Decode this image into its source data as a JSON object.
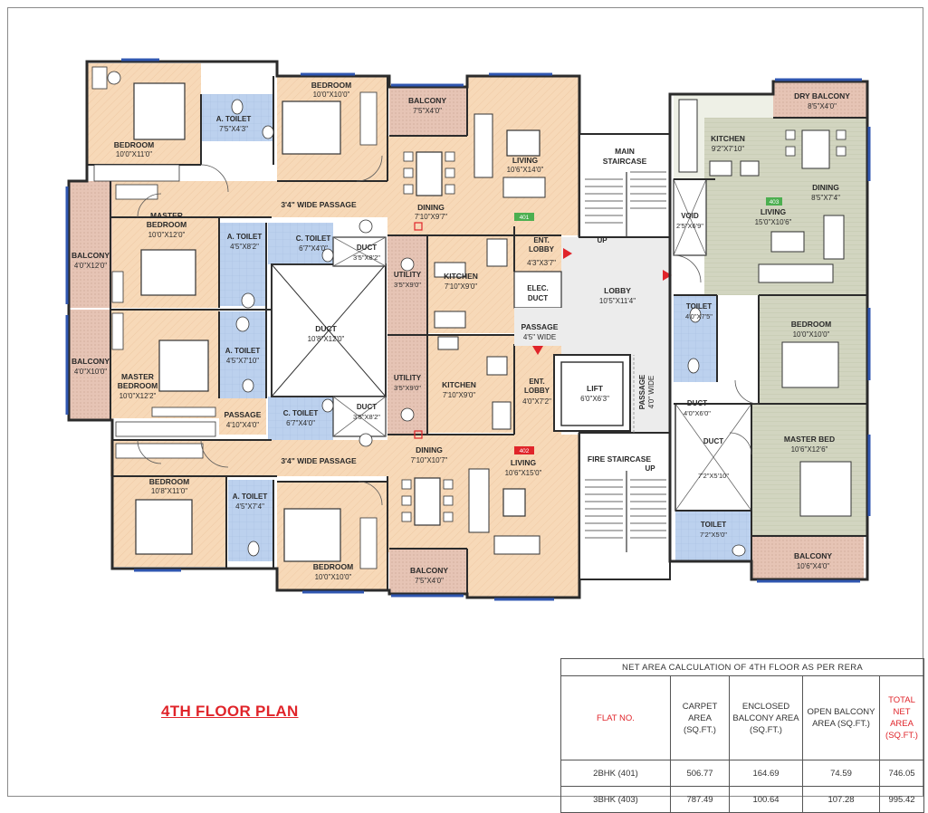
{
  "plan_title": "4TH FLOOR PLAN",
  "rooms": {
    "bedroom_tl": {
      "name": "BEDROOM",
      "size": "10'0\"X11'0\""
    },
    "atoilet_tl": {
      "name": "A. TOILET",
      "size": "7'5\"X4'3\""
    },
    "bedroom_tm": {
      "name": "BEDROOM",
      "size": "10'0\"X10'0\""
    },
    "balcony_top": {
      "name": "BALCONY",
      "size": "7'5\"X4'0\""
    },
    "dining_top": {
      "name": "DINING",
      "size": "7'10\"X9'7\""
    },
    "living_top": {
      "name": "LIVING",
      "size": "10'6\"X14'0\""
    },
    "passage_top": {
      "name": "3'4\" WIDE PASSAGE"
    },
    "master_bedroom_top": {
      "name1": "MASTER",
      "name2": "BEDROOM",
      "size": "10'0\"X12'0\""
    },
    "atoilet_2": {
      "name": "A. TOILET",
      "size": "4'5\"X8'2\""
    },
    "ctoilet_top": {
      "name": "C. TOILET",
      "size": "6'7\"X4'0\""
    },
    "duct_small_top": {
      "name": "DUCT",
      "size": "3'5\"X8'2\""
    },
    "ent_lobby_top": {
      "name1": "ENT.",
      "name2": "LOBBY",
      "size": "4'3\"X3'7\""
    },
    "balcony_left_top": {
      "name": "BALCONY",
      "size": "4'0\"X12'0\""
    },
    "utility_top": {
      "name": "UTILITY",
      "size": "3'5\"X9'0\""
    },
    "kitchen_top": {
      "name": "KITCHEN",
      "size": "7'10\"X9'0\""
    },
    "elec_duct": {
      "name1": "ELEC.",
      "name2": "DUCT"
    },
    "duct_big": {
      "name": "DUCT",
      "size": "10'8\"X12'0\""
    },
    "lobby": {
      "name": "LOBBY",
      "size": "10'5\"X11'4\""
    },
    "passage_mid": {
      "name": "PASSAGE",
      "size": "4'5\" WIDE"
    },
    "balcony_left_bot": {
      "name": "BALCONY",
      "size": "4'0\"X10'0\""
    },
    "master_bedroom_bot": {
      "name1": "MASTER",
      "name2": "BEDROOM",
      "size": "10'0\"X12'2\""
    },
    "atoilet_3": {
      "name": "A. TOILET",
      "size": "4'5\"X7'10\""
    },
    "utility_bot": {
      "name": "UTILITY",
      "size": "3'5\"X9'0\""
    },
    "kitchen_bot": {
      "name": "KITCHEN",
      "size": "7'10\"X9'0\""
    },
    "ent_lobby_bot": {
      "name1": "ENT.",
      "name2": "LOBBY",
      "size": "4'0\"X7'2\""
    },
    "lift": {
      "name": "LIFT",
      "size": "6'0\"X6'3\""
    },
    "passage_vert": {
      "name1": "PASSAGE",
      "name2": "4'0\" WIDE"
    },
    "passage_small": {
      "name": "PASSAGE",
      "size": "4'10\"X4'0\""
    },
    "ctoilet_bot": {
      "name": "C. TOILET",
      "size": "6'7\"X4'0\""
    },
    "duct_small_bot": {
      "name": "DUCT",
      "size": "3'5\"X8'2\""
    },
    "dining_bot": {
      "name": "DINING",
      "size": "7'10\"X10'7\""
    },
    "living_bot": {
      "name": "LIVING",
      "size": "10'6\"X15'0\""
    },
    "passage_bot": {
      "name": "3'4\" WIDE PASSAGE"
    },
    "fire_staircase": {
      "name": "FIRE STAIRCASE"
    },
    "bedroom_bl": {
      "name": "BEDROOM",
      "size": "10'8\"X11'0\""
    },
    "atoilet_bl": {
      "name": "A. TOILET",
      "size": "4'5\"X7'4\""
    },
    "bedroom_bm": {
      "name": "BEDROOM",
      "size": "10'0\"X10'0\""
    },
    "balcony_bot": {
      "name": "BALCONY",
      "size": "7'5\"X4'0\""
    },
    "main_staircase": {
      "name1": "MAIN",
      "name2": "STAIRCASE"
    },
    "dry_balcony": {
      "name": "DRY BALCONY",
      "size": "8'5\"X4'0\""
    },
    "kitchen_r": {
      "name": "KITCHEN",
      "size": "9'2\"X7'10\""
    },
    "dining_r": {
      "name": "DINING",
      "size": "8'5\"X7'4\""
    },
    "living_r": {
      "name": "LIVING",
      "size": "15'0\"X10'6\""
    },
    "void": {
      "name": "VOID",
      "size": "2'5\"X6'9\""
    },
    "toilet_r1": {
      "name": "TOILET",
      "size": "4'0\"X7'5\""
    },
    "bedroom_r": {
      "name": "BEDROOM",
      "size": "10'0\"X10'0\""
    },
    "duct_r1": {
      "name": "DUCT",
      "size": "4'0\"X6'0\""
    },
    "duct_r2": {
      "name": "DUCT",
      "size": "7'2\"X5'10\""
    },
    "master_bed_r": {
      "name": "MASTER BED",
      "size": "10'6\"X12'6\""
    },
    "toilet_r2": {
      "name": "TOILET",
      "size": "7'2\"X5'0\""
    },
    "balcony_r": {
      "name": "BALCONY",
      "size": "10'6\"X4'0\""
    }
  },
  "markers": {
    "up_main": "UP",
    "up_fire": "UP",
    "flat_tag_top": "401",
    "flat_tag_bot": "402",
    "flat_tag_right": "403"
  },
  "table": {
    "caption": "NET AREA CALCULATION OF  4TH FLOOR AS PER RERA",
    "headers": [
      "FLAT NO.",
      "CARPET AREA (SQ.FT.)",
      "ENCLOSED BALCONY AREA (SQ.FT.)",
      "OPEN BALCONY AREA (SQ.FT.)",
      "TOTAL NET AREA (SQ.FT.)"
    ],
    "rows": [
      [
        "2BHK (401)",
        "506.77",
        "164.69",
        "74.59",
        "746.05"
      ],
      [
        "3BHK (403)",
        "787.49",
        "100.64",
        "107.28",
        "995.42"
      ]
    ]
  },
  "colors": {
    "room": "#f7d9b8",
    "wet": "#bcd1ee",
    "balcony": "#e8c7b6",
    "right_flat": "#cfd3bf",
    "core": "#ececec",
    "accent": "#e0242a"
  }
}
